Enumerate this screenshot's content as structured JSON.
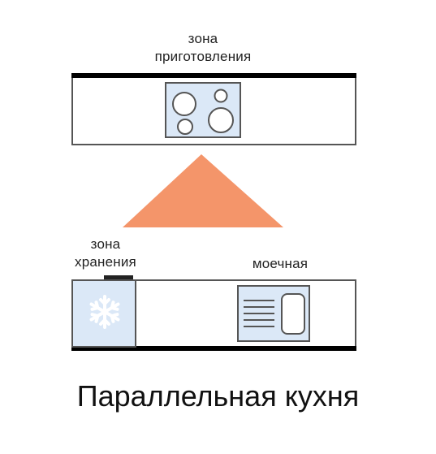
{
  "labels": {
    "cooking_line1": "зона",
    "cooking_line2": "приготовления",
    "storage_line1": "зона",
    "storage_line2": "хранения",
    "washing": "моечная"
  },
  "caption": "Параллельная кухня",
  "icons": {
    "stove": "cooktop-icon",
    "fridge": "snowflake-icon",
    "sink": "sink-icon"
  },
  "colors": {
    "triangle": "#f4956a",
    "appliance_fill": "#dbe8f7",
    "outline": "#555555",
    "counter_edge": "#000000"
  }
}
